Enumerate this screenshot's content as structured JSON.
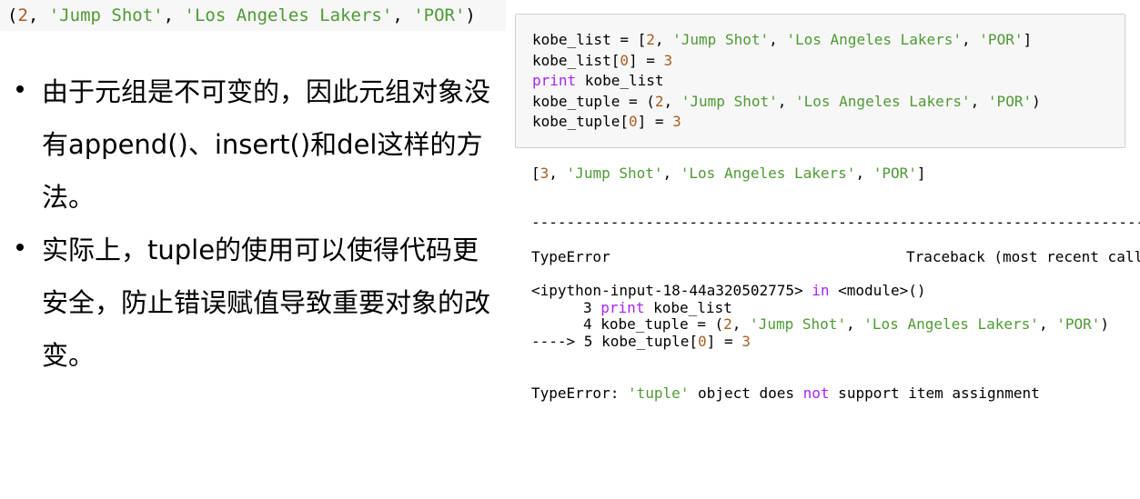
{
  "top_output": {
    "open": "(",
    "num": "2",
    "sep1": ", ",
    "s1": "'Jump Shot'",
    "sep2": ", ",
    "s2": "'Los Angeles Lakers'",
    "sep3": ", ",
    "s3": "'POR'",
    "close": ")"
  },
  "bullets": [
    {
      "text": "由于元组是不可变的，因此元组对象没有append()、insert()和del这样的方法。"
    },
    {
      "text": "实际上，tuple的使用可以使得代码更安全，防止错误赋值导致重要对象的改变。"
    }
  ],
  "code": {
    "line1": {
      "a": "kobe_list = [",
      "n": "2",
      "b": ", ",
      "s1": "'Jump Shot'",
      "c": ", ",
      "s2": "'Los Angeles Lakers'",
      "d": ", ",
      "s3": "'POR'",
      "e": "]"
    },
    "line2": {
      "a": "kobe_list[",
      "n": "0",
      "b": "] = ",
      "v": "3"
    },
    "line3": {
      "kw": "print",
      "rest": " kobe_list"
    },
    "line4": {
      "a": "kobe_tuple = (",
      "n": "2",
      "b": ", ",
      "s1": "'Jump Shot'",
      "c": ", ",
      "s2": "'Los Angeles Lakers'",
      "d": ", ",
      "s3": "'POR'",
      "e": ")"
    },
    "line5": {
      "a": "kobe_tuple[",
      "n": "0",
      "b": "] = ",
      "v": "3"
    }
  },
  "output_list": {
    "a": "[",
    "n": "3",
    "b": ", ",
    "s1": "'Jump Shot'",
    "c": ", ",
    "s2": "'Los Angeles Lakers'",
    "d": ", ",
    "s3": "'POR'",
    "e": "]"
  },
  "divider": "---------------------------------------------------------------------------",
  "traceback": {
    "error_name": "TypeError",
    "header_right": "Traceback (most recent call last)",
    "location_a": "<ipython-input-18-44a320502775> ",
    "location_kw": "in",
    "location_b": " <module>()",
    "frame1_num": "3",
    "frame1_kw": "print",
    "frame1_rest": " kobe_list",
    "frame2_num": "4",
    "frame2_a": " kobe_tuple = (",
    "frame2_n": "2",
    "frame2_b": ", ",
    "frame2_s1": "'Jump Shot'",
    "frame2_c": ", ",
    "frame2_s2": "'Los Angeles Lakers'",
    "frame2_d": ", ",
    "frame2_s3": "'POR'",
    "frame2_e": ")",
    "frame3_arrow": "----> ",
    "frame3_num": "5",
    "frame3_a": " kobe_tuple[",
    "frame3_n": "0",
    "frame3_b": "] = ",
    "frame3_v": "3"
  },
  "error_message": {
    "name": "TypeError: ",
    "s": "'tuple'",
    "a": " object does ",
    "kw": "not",
    "b": " support item assignment"
  },
  "colors": {
    "string": "#4e9a35",
    "number": "#aa5d1f",
    "keyword": "#aa22ff",
    "cell_background": "#f7f7f7",
    "cell_border": "#cfcfcf"
  }
}
